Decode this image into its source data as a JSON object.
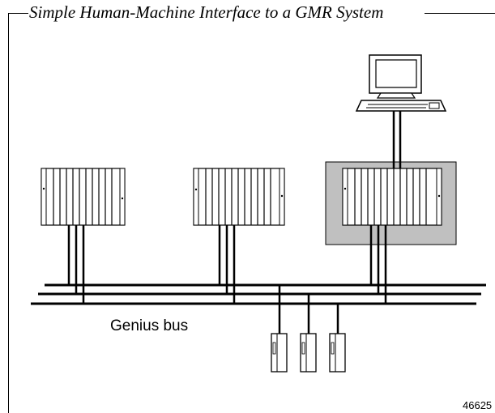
{
  "figure": {
    "title": "Simple Human-Machine Interface  to a GMR System",
    "bus_label": "Genius bus",
    "figure_id": "46625",
    "highlight_color": "#c0c0c0",
    "line_color": "#000000"
  },
  "icons": {
    "workstation": "computer-terminal-icon",
    "plc_rack": "plc-rack-icon",
    "io_block": "io-block-icon"
  }
}
